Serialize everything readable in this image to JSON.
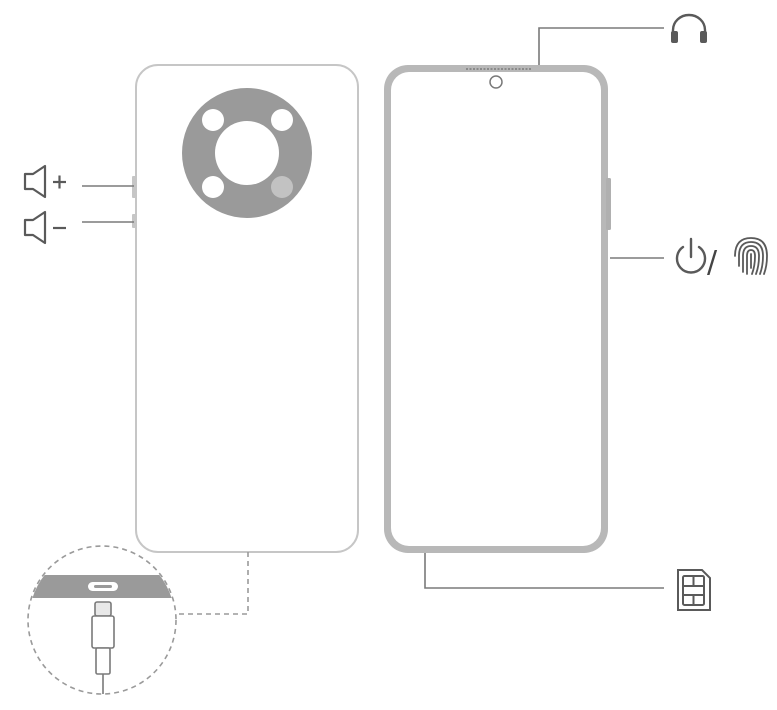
{
  "colors": {
    "outline": "#c6c6c6",
    "line": "#7a7a7a",
    "icon": "#5a5a5a",
    "camera_module": "#9a9a9a",
    "phone_frame": "#b8b8b8"
  },
  "labels": {
    "separator": "/"
  },
  "callouts": [
    {
      "name": "volume-up",
      "icon": "speaker-plus-icon"
    },
    {
      "name": "volume-down",
      "icon": "speaker-minus-icon"
    },
    {
      "name": "headset-jack",
      "icon": "headphones-icon"
    },
    {
      "name": "power-fingerprint",
      "icon": "power-icon"
    },
    {
      "name": "sim-tray",
      "icon": "sim-card-icon"
    },
    {
      "name": "usb-c-port",
      "icon": "usb-c-cable-icon"
    }
  ]
}
